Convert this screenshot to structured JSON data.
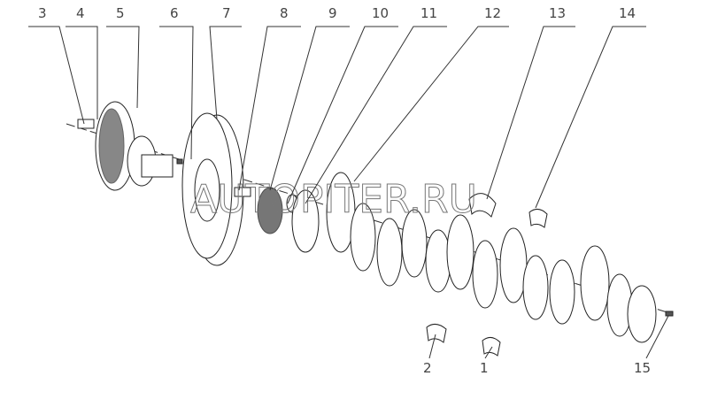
{
  "callouts_top": [
    "3",
    "4",
    "5",
    "6",
    "7",
    "8",
    "9",
    "10",
    "11",
    "12",
    "13",
    "14"
  ],
  "callouts_bottom": [
    "2",
    "1",
    "15"
  ],
  "watermark": "AUTOPITER.RU"
}
